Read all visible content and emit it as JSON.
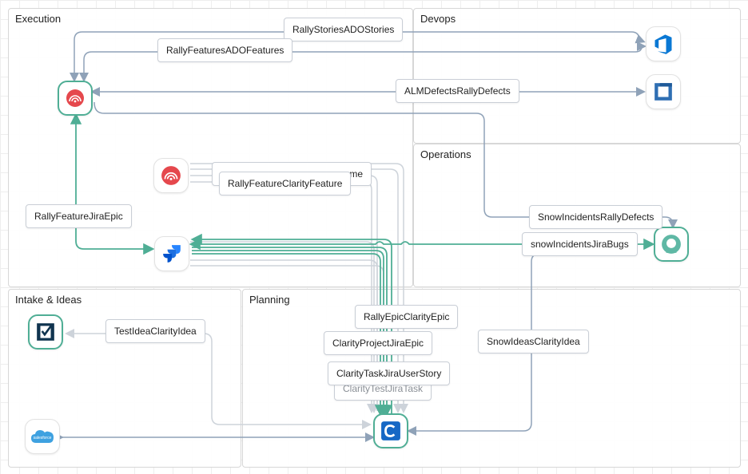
{
  "groups": {
    "execution": "Execution",
    "devops": "Devops",
    "operations": "Operations",
    "intake": "Intake & Ideas",
    "planning": "Planning"
  },
  "links": {
    "rally_stories_ado_stories": "RallyStoriesADOStories",
    "rally_features_ado_features": "RallyFeaturesADOFeatures",
    "alm_defects_rally_defects": "ALMDefectsRallyDefects",
    "rally_feature_clarity_feature": "RallyFeatureClarityFeature",
    "rally_feature_clarity_theme_partial": "eme",
    "rally_feature_jira_epic": "RallyFeatureJiraEpic",
    "snow_incidents_rally_defects": "SnowIncidentsRallyDefects",
    "snow_incidents_jira_bugs": "snowIncidentsJiraBugs",
    "test_idea_clarity_idea": "TestIdeaClarityIdea",
    "rally_epic_clarity_epic": "RallyEpicClarityEpic",
    "clarity_project_jira_epic": "ClarityProjectJiraEpic",
    "clarity_task_jira_user_story": "ClarityTaskJiraUserStory",
    "clarity_test_jira_task_partial": "ClarityTestJiraTask",
    "snow_ideas_clarity_idea": "SnowIdeasClarityIdea"
  },
  "nodes": {
    "rally_execution": {
      "icon": "rally-icon"
    },
    "rally_secondary": {
      "icon": "rally-icon"
    },
    "jira": {
      "icon": "jira-icon"
    },
    "azure_devops": {
      "icon": "azure-devops-icon"
    },
    "alm": {
      "icon": "alm-square-icon"
    },
    "servicenow": {
      "icon": "servicenow-icon"
    },
    "smartsheet": {
      "icon": "checkbox-app-icon"
    },
    "salesforce": {
      "icon": "salesforce-cloud-icon"
    },
    "salesforce_logo_text": "salesforce",
    "clarity": {
      "icon": "clarity-c-icon"
    }
  },
  "colors": {
    "selected_link": "#4fae95",
    "default_link": "#8fa2b8",
    "faded_link": "#cdd3da",
    "rally_red": "#e5484d",
    "azure_blue": "#0a78d4",
    "alm_blue": "#2f6fb3",
    "jira_blue": "#2684ff",
    "smartsheet_navy": "#10344f",
    "salesforce_blue": "#3ea1e0",
    "clarity_blue": "#1668c5"
  }
}
